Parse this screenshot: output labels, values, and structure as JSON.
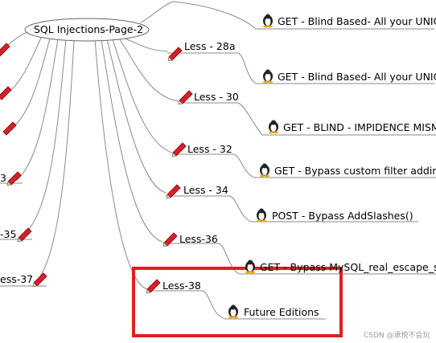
{
  "root": {
    "label": "SQL Injections-Page-2"
  },
  "nodes": [
    {
      "label": "Less - 28a"
    },
    {
      "label": "Less - 30"
    },
    {
      "label": "Less - 32"
    },
    {
      "label": "Less - 34"
    },
    {
      "label": "Less-36"
    },
    {
      "label": "Less-38"
    }
  ],
  "leaves": [
    {
      "label": "GET - Blind Based- All your UNIO"
    },
    {
      "label": "GET - Blind Based- All your UNIO"
    },
    {
      "label": "GET - BLIND - IMPIDENCE MISMA"
    },
    {
      "label": "GET - Bypass custom filter addin"
    },
    {
      "label": "POST - Bypass AddSlashes()"
    },
    {
      "label": "GET - Bypass MySQL_real_escape_st"
    },
    {
      "label": "Future Editions"
    }
  ],
  "left_partial": [
    {
      "label": "3"
    },
    {
      "label": "-35"
    },
    {
      "label": "ess-37"
    }
  ],
  "highlight": {
    "color": "#e02020"
  },
  "colors": {
    "line": "#8a8a8a",
    "pencil": "#d8202a",
    "penguin": "#222222"
  },
  "watermark": "CSDN @承悦不会玩"
}
